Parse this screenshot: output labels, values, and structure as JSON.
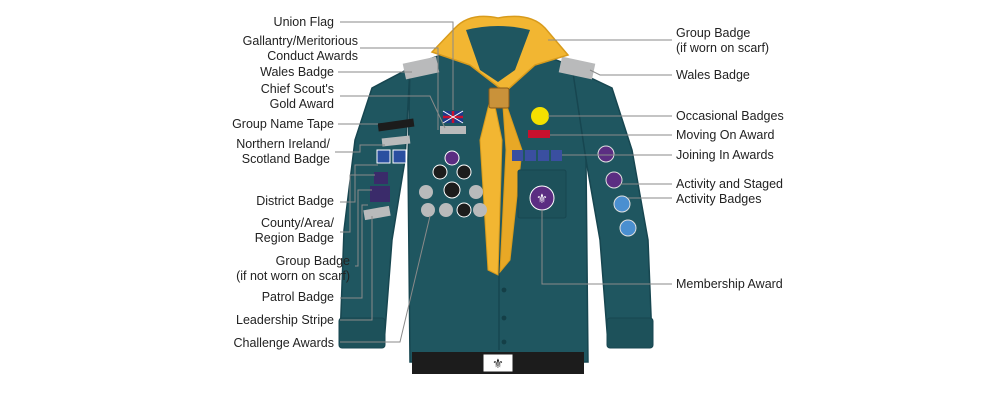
{
  "colors": {
    "shirt": "#1f5660",
    "shirt_dark": "#174650",
    "scarf": "#f2b632",
    "scarf_dark": "#d89b1c",
    "leader_line": "#8a8a8a",
    "badge_purple": "#5b2d82",
    "badge_grey": "#b9babb",
    "badge_black": "#1c1c1c"
  },
  "labels_left": {
    "union_flag": "Union Flag",
    "gallantry_1": "Gallantry/Meritorious",
    "gallantry_2": "Conduct Awards",
    "wales_left": "Wales Badge",
    "chief_1": "Chief Scout's",
    "chief_2": "Gold Award",
    "group_name_tape": "Group Name Tape",
    "ni_1": "Northern Ireland/",
    "ni_2": "Scotland Badge",
    "district": "District Badge",
    "county_1": "County/Area/",
    "county_2": "Region Badge",
    "group_badge_1": "Group Badge",
    "group_badge_2": "(if not worn on scarf)",
    "patrol": "Patrol Badge",
    "leadership": "Leadership Stripe",
    "challenge": "Challenge Awards"
  },
  "labels_right": {
    "group_scarf_1": "Group Badge",
    "group_scarf_2": "(if worn on scarf)",
    "wales_right": "Wales Badge",
    "occasional": "Occasional Badges",
    "moving_on": "Moving On Award",
    "joining_in": "Joining In Awards",
    "activity_1": "Activity and Staged",
    "activity_2": "Activity Badges",
    "membership": "Membership Award"
  }
}
